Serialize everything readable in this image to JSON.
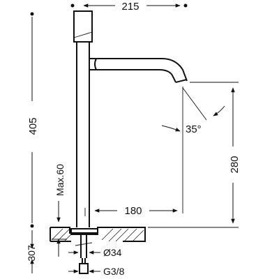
{
  "dimensions": {
    "overall_width": "215",
    "overall_height": "405",
    "spout_height": "280",
    "spout_reach": "180",
    "spout_angle": "35°",
    "max_deck": "Max.60",
    "below_deck": "307",
    "hose_diameter": "Ø34",
    "thread": "G3/8"
  },
  "colors": {
    "ink": "#111111",
    "background": "#ffffff"
  }
}
